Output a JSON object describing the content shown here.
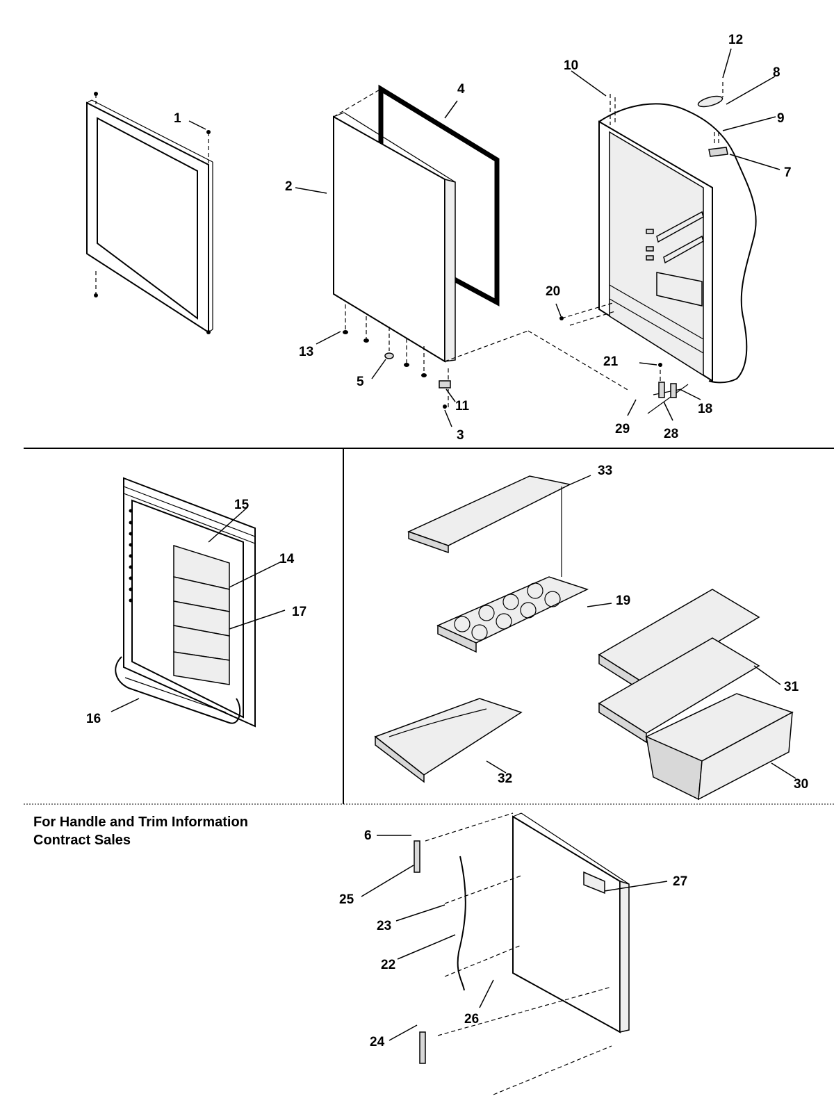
{
  "labels": {
    "l1": "1",
    "l2": "2",
    "l3": "3",
    "l4": "4",
    "l5": "5",
    "l6": "6",
    "l7": "7",
    "l8": "8",
    "l9": "9",
    "l10": "10",
    "l11": "11",
    "l12": "12",
    "l13": "13",
    "l14": "14",
    "l15": "15",
    "l16": "16",
    "l17": "17",
    "l18": "18",
    "l19": "19",
    "l20": "20",
    "l21": "21",
    "l22": "22",
    "l23": "23",
    "l24": "24",
    "l25": "25",
    "l26": "26",
    "l27": "27",
    "l28": "28",
    "l29": "29",
    "l30": "30",
    "l31": "31",
    "l32": "32",
    "l33": "33"
  },
  "note": {
    "line1": "For Handle and Trim Information",
    "line2": "Contract Sales"
  }
}
